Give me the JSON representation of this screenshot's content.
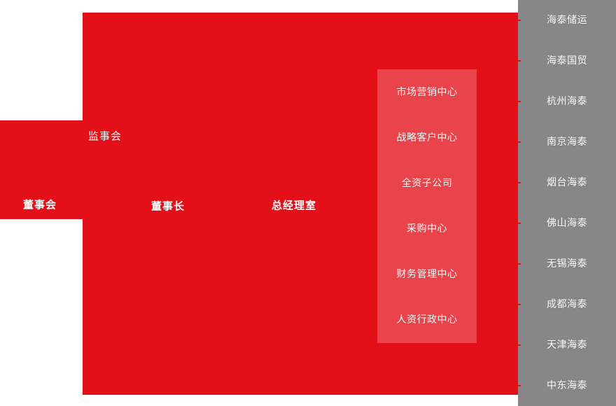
{
  "theme": {
    "brand_red": "#e31019",
    "sidebar_gray": "#878787",
    "text_white": "#ffffff",
    "panel_overlay": "rgba(255,255,255,0.22)",
    "page_background": "#ffffff"
  },
  "governance": {
    "board_of_directors": "董事会",
    "board_of_supervisors": "监事会",
    "chairman": "董事长",
    "general_manager_office": "总经理室"
  },
  "departments": {
    "items": [
      {
        "label": "市场营销中心"
      },
      {
        "label": "战略客户中心"
      },
      {
        "label": "全资子公司"
      },
      {
        "label": "采购中心"
      },
      {
        "label": "财务管理中心"
      },
      {
        "label": "人资行政中心"
      }
    ]
  },
  "subsidiaries": {
    "items": [
      {
        "label": "海泰储运"
      },
      {
        "label": "海泰国贸"
      },
      {
        "label": "杭州海泰"
      },
      {
        "label": "南京海泰"
      },
      {
        "label": "烟台海泰"
      },
      {
        "label": "佛山海泰"
      },
      {
        "label": "无锡海泰"
      },
      {
        "label": "成都海泰"
      },
      {
        "label": "天津海泰"
      },
      {
        "label": "中东海泰"
      }
    ]
  }
}
